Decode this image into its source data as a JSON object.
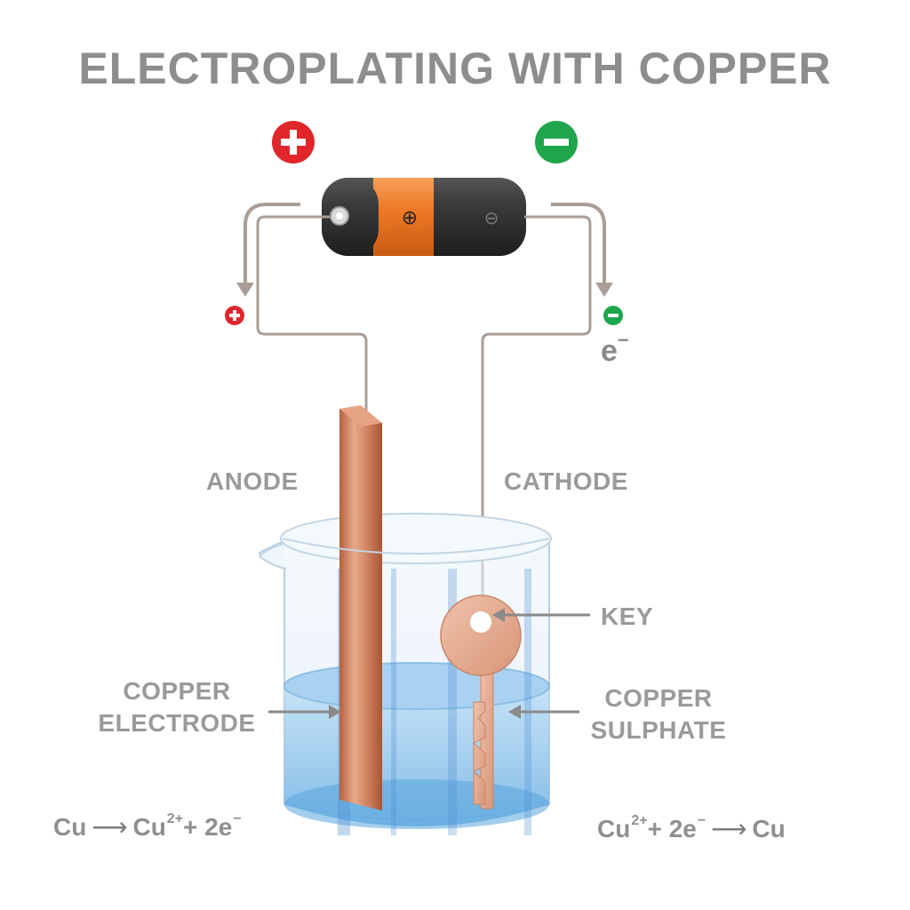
{
  "title": "ELECTROPLATING WITH COPPER",
  "terminal_signs": {
    "positive": "+",
    "negative": "−"
  },
  "battery": {
    "plus_mark": "⊕",
    "minus_mark": "⊖"
  },
  "electron": {
    "symbol": "e",
    "charge": "−"
  },
  "labels": {
    "anode": "ANODE",
    "cathode": "CATHODE",
    "key": "KEY",
    "copper_electrode": [
      "COPPER",
      "ELECTRODE"
    ],
    "copper_sulphate": [
      "COPPER",
      "SULPHATE"
    ]
  },
  "equations": {
    "anode": {
      "left": "Cu",
      "right_ion": "Cu",
      "charge": "2+",
      "right_rest": "+ 2e",
      "electron_charge": "−"
    },
    "cathode": {
      "ion": "Cu",
      "charge": "2+",
      "rest": "+ 2e",
      "electron_charge": "−",
      "product": "Cu"
    }
  },
  "colors": {
    "title": "#8d8d8d",
    "positive_red": "#e0262b",
    "negative_green": "#1fa54b",
    "wire": "#a89e97",
    "copper": "#c97b5a",
    "battery_orange": "#ef7d2c",
    "battery_black": "#2f2f2f",
    "solution": "#8ec5ec"
  },
  "icons": {
    "positive": "plus-circle-icon",
    "negative": "minus-circle-icon",
    "current_arrow": "arrow-down-icon"
  }
}
